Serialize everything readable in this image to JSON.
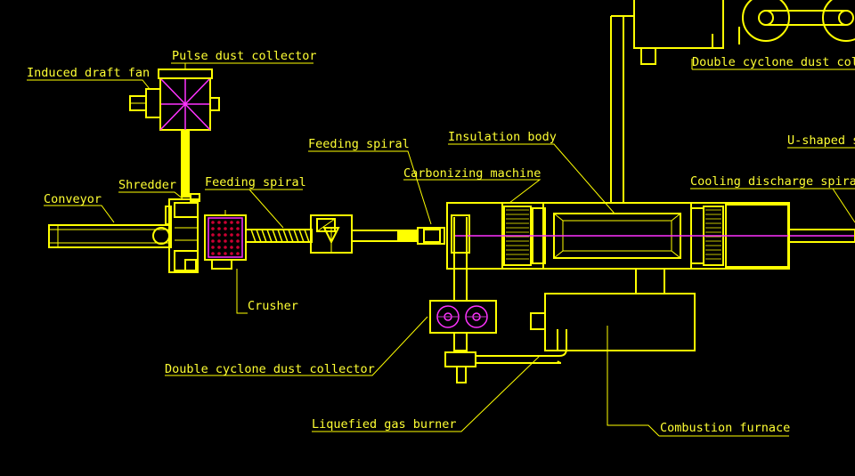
{
  "labels": {
    "induced_draft_fan": "Induced draft fan",
    "pulse_dust_collector": "Pulse dust collector",
    "feeding_spiral_1": "Feeding spiral",
    "feeding_spiral_2": "Feeding spiral",
    "insulation_body": "Insulation body",
    "u_shaped": "U-shaped s",
    "carbonizing_machine": "Carbonizing machine",
    "cooling_discharge_spiral": "Cooling discharge spira",
    "shredder": "Shredder",
    "conveyor": "Conveyor",
    "crusher": "Crusher",
    "double_cyclone_top": "Double cyclone dust col",
    "double_cyclone_bottom": "Double cyclone dust collector",
    "liquefied_gas_burner": "Liquefied gas burner",
    "combustion_furnace": "Combustion furnace"
  },
  "colors": {
    "background": "#000000",
    "equipment": "#ffff00",
    "highlight": "#ff33ff"
  }
}
